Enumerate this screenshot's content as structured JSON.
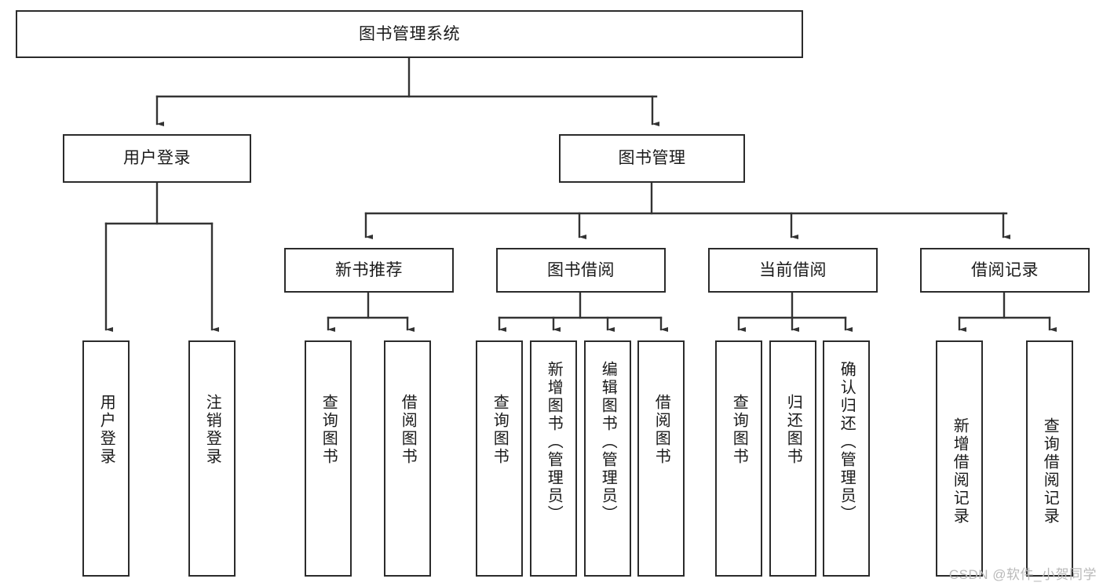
{
  "diagram": {
    "title": "图书管理系统",
    "type": "tree",
    "watermark": "CSDN @软件_小贺同学",
    "colors": {
      "box_border": "#2b2b2b",
      "box_fill": "#ffffff",
      "connector": "#333333",
      "text": "#1a1a1a",
      "watermark": "#b9b9b9"
    },
    "nodes": {
      "root": {
        "label": "图书管理系统"
      },
      "level1": [
        {
          "id": "user-login",
          "label": "用户登录"
        },
        {
          "id": "book-manage",
          "label": "图书管理"
        }
      ],
      "level2": [
        {
          "id": "new-book-recommend",
          "label": "新书推荐"
        },
        {
          "id": "book-borrow",
          "label": "图书借阅"
        },
        {
          "id": "current-borrow",
          "label": "当前借阅"
        },
        {
          "id": "borrow-record",
          "label": "借阅记录"
        }
      ],
      "leaves": {
        "user_login": [
          {
            "id": "leaf-user-login",
            "label": "用户登录"
          },
          {
            "id": "leaf-logout-login",
            "label": "注销登录"
          }
        ],
        "new_book_recommend": [
          {
            "id": "leaf-query-book-1",
            "label": "查询图书"
          },
          {
            "id": "leaf-borrow-book-1",
            "label": "借阅图书"
          }
        ],
        "book_borrow": [
          {
            "id": "leaf-query-book-2",
            "label": "查询图书"
          },
          {
            "id": "leaf-add-book",
            "label": "新增图书（管理员）"
          },
          {
            "id": "leaf-edit-book",
            "label": "编辑图书（管理员）"
          },
          {
            "id": "leaf-borrow-book-2",
            "label": "借阅图书"
          }
        ],
        "current_borrow": [
          {
            "id": "leaf-query-book-3",
            "label": "查询图书"
          },
          {
            "id": "leaf-return-book",
            "label": "归还图书"
          },
          {
            "id": "leaf-confirm-return",
            "label": "确认归还（管理员）"
          }
        ],
        "borrow_record": [
          {
            "id": "leaf-add-record",
            "label": "新增借阅记录"
          },
          {
            "id": "leaf-query-record",
            "label": "查询借阅记录"
          }
        ]
      }
    }
  }
}
